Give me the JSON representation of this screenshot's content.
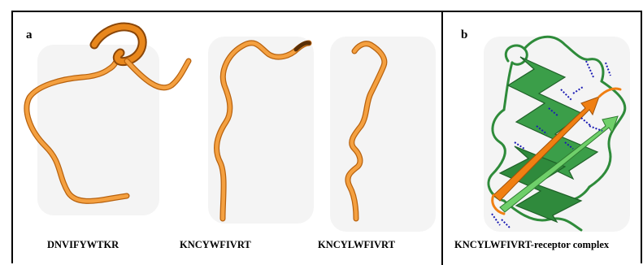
{
  "panels": [
    {
      "label": "a",
      "structures": [
        {
          "caption": "DNVIFYWTKR",
          "color": "#f0952a"
        },
        {
          "caption": "KNCYWFIVRT",
          "color": "#f0952a"
        },
        {
          "caption": "KNCYLWFIVRT",
          "color": "#f0952a"
        }
      ]
    },
    {
      "label": "b",
      "structures": [
        {
          "caption": "KNCYLWFIVRT-receptor complex",
          "receptor_color": "#2e8b3a",
          "peptide_color": "#f07f12",
          "hbond_color": "#1c1cb4"
        }
      ]
    }
  ]
}
